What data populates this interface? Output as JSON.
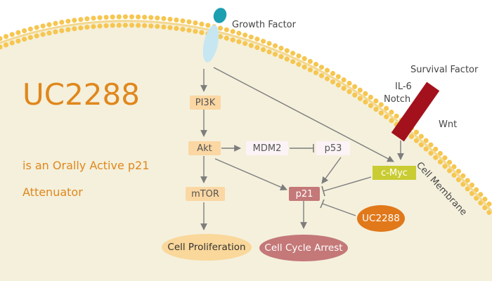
{
  "title": "UC2288",
  "subtitle_lines": [
    "is an Orally Active p21",
    "Attenuator"
  ],
  "colors": {
    "accent": "#e0871c",
    "membrane": "#f6c650",
    "cell_fill": "#f4f0dc",
    "receptor_red": "#a3111d",
    "receptor_blue": "#c6e6f2",
    "ligand_teal": "#1c9fb0"
  },
  "labels": {
    "growth_factor": "Growth Factor",
    "survival_factor": "Survival Factor",
    "il6": "IL-6",
    "notch": "Notch",
    "wnt": "Wnt",
    "cell_membrane": "Cell Membrane"
  },
  "nodes": {
    "pi3k": "PI3K",
    "akt": "Akt",
    "mdm2": "MDM2",
    "p53": "p53",
    "mtor": "mTOR",
    "p21": "p21",
    "cmyc": "c-Myc",
    "uc2288": "UC2288",
    "cell_proliferation": "Cell Proliferation",
    "cell_cycle_arrest": "Cell Cycle Arrest"
  },
  "edges": [
    {
      "from": "growth_factor",
      "to": "pi3k",
      "type": "activate"
    },
    {
      "from": "growth_factor",
      "to": "cmyc",
      "type": "activate"
    },
    {
      "from": "pi3k",
      "to": "akt",
      "type": "activate"
    },
    {
      "from": "akt",
      "to": "mdm2",
      "type": "activate"
    },
    {
      "from": "mdm2",
      "to": "p53",
      "type": "inhibit"
    },
    {
      "from": "akt",
      "to": "mtor",
      "type": "activate"
    },
    {
      "from": "akt",
      "to": "p21",
      "type": "activate"
    },
    {
      "from": "p53",
      "to": "p21",
      "type": "activate"
    },
    {
      "from": "cmyc",
      "to": "p21",
      "type": "inhibit"
    },
    {
      "from": "uc2288",
      "to": "p21",
      "type": "inhibit"
    },
    {
      "from": "mtor",
      "to": "cell_proliferation",
      "type": "activate"
    },
    {
      "from": "p21",
      "to": "cell_cycle_arrest",
      "type": "activate"
    },
    {
      "from": "survival_factor",
      "to": "cmyc",
      "type": "activate"
    }
  ]
}
